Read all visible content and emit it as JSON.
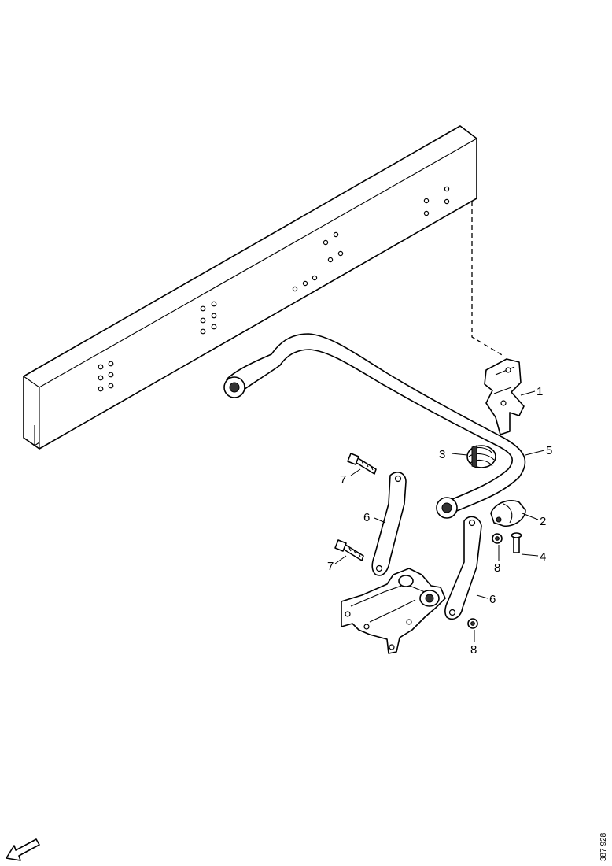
{
  "callouts": {
    "c1": "1",
    "c2": "2",
    "c3": "3",
    "c4": "4",
    "c5": "5",
    "c6a": "6",
    "c6b": "6",
    "c7a": "7",
    "c7b": "7",
    "c8a": "8",
    "c8b": "8"
  },
  "reference_number": "387 928",
  "icons": {
    "orientation": "direction-arrow-icon"
  }
}
